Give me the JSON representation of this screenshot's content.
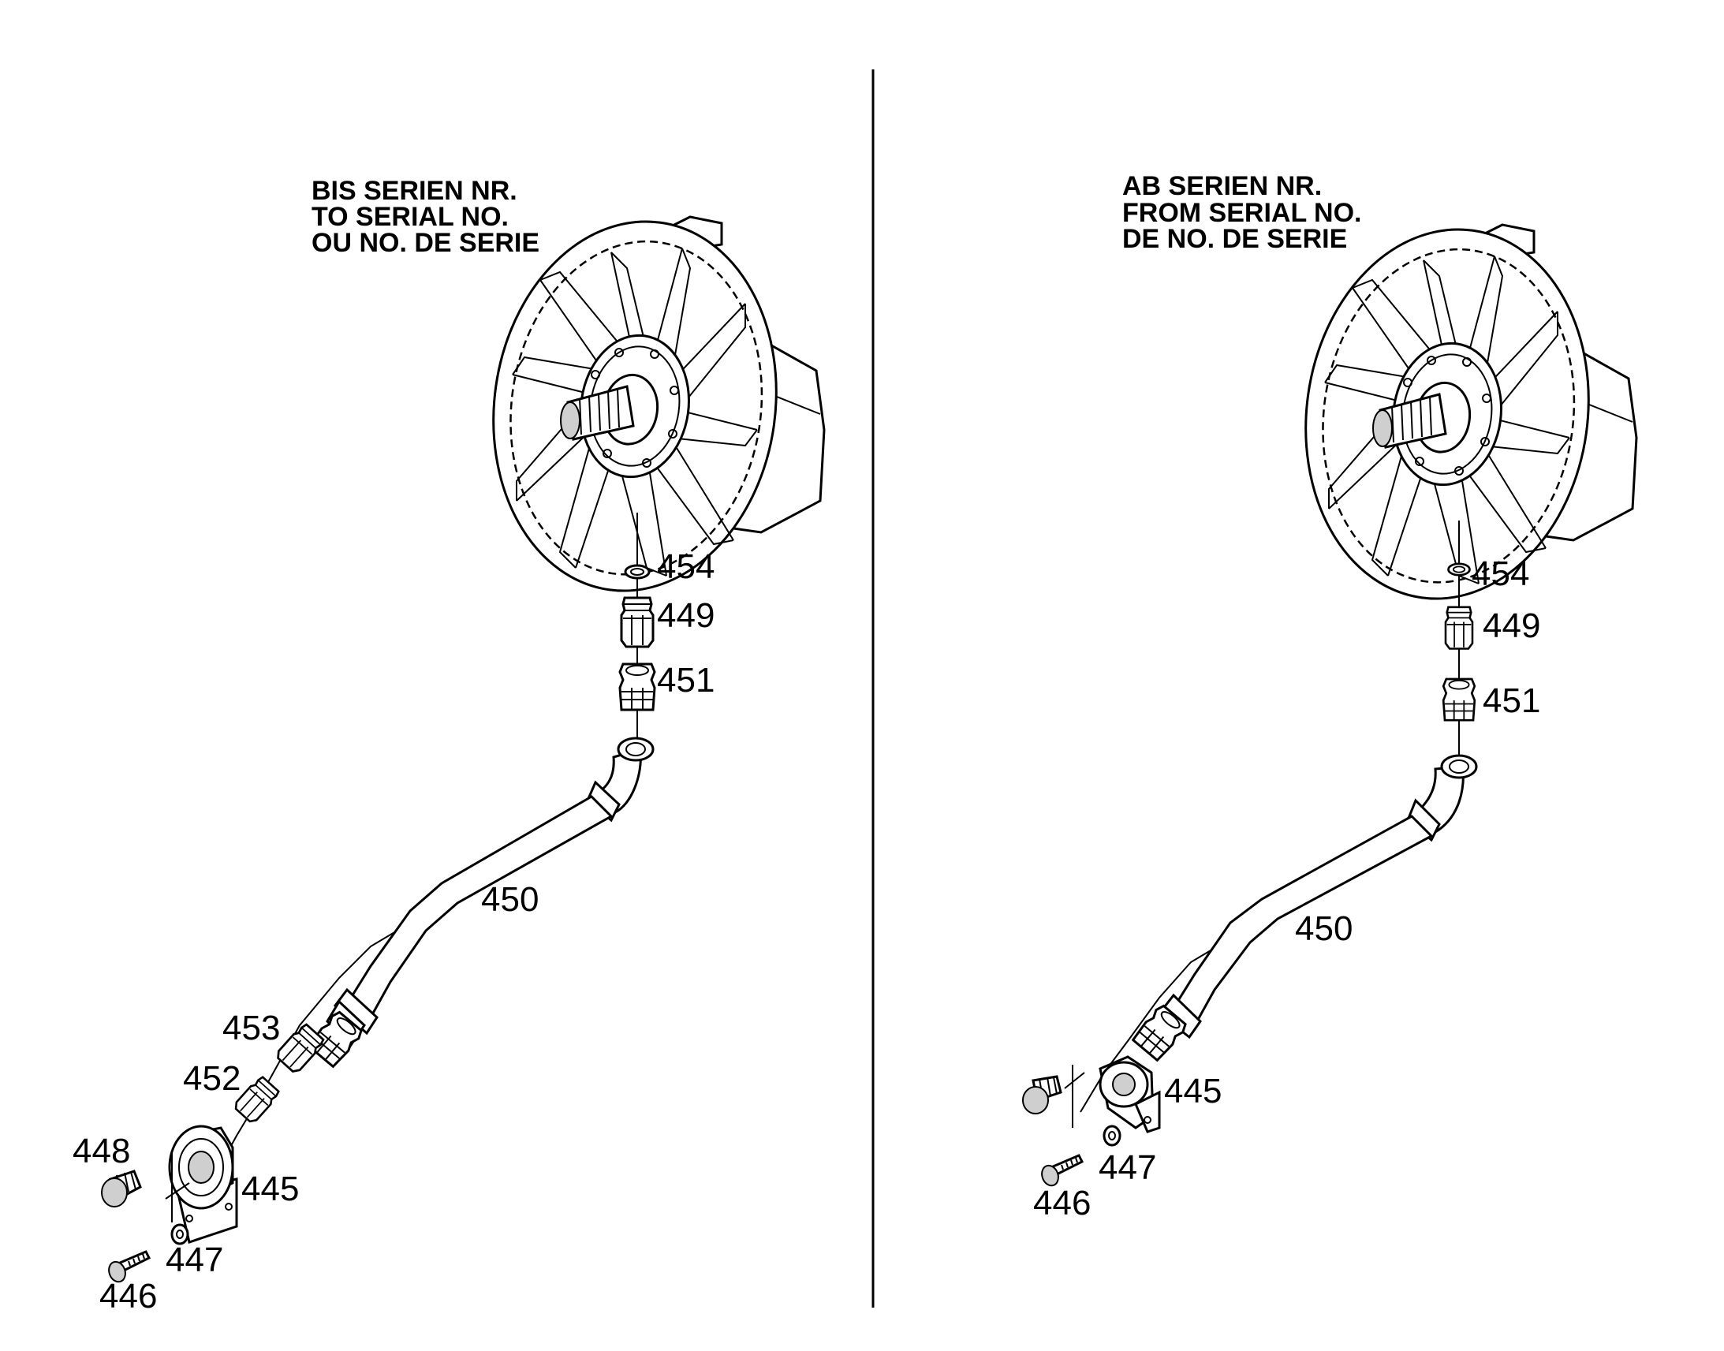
{
  "panels": {
    "left": {
      "heading": [
        "BIS SERIEN NR.",
        "TO SERIAL NO.",
        "OU NO. DE SERIE"
      ],
      "callouts": {
        "c454": "454",
        "c449": "449",
        "c451": "451",
        "c450": "450",
        "c453": "453",
        "c452": "452",
        "c448": "448",
        "c445": "445",
        "c447": "447",
        "c446": "446"
      }
    },
    "right": {
      "heading": [
        "AB SERIEN NR.",
        "FROM SERIAL NO.",
        "DE NO. DE SERIE"
      ],
      "callouts": {
        "c454": "454",
        "c449": "449",
        "c451": "451",
        "c450": "450",
        "c445": "445",
        "c447": "447",
        "c446": "446"
      }
    }
  },
  "colors": {
    "line": "#000000",
    "background": "#ffffff",
    "shade": "#cfcfcf"
  }
}
